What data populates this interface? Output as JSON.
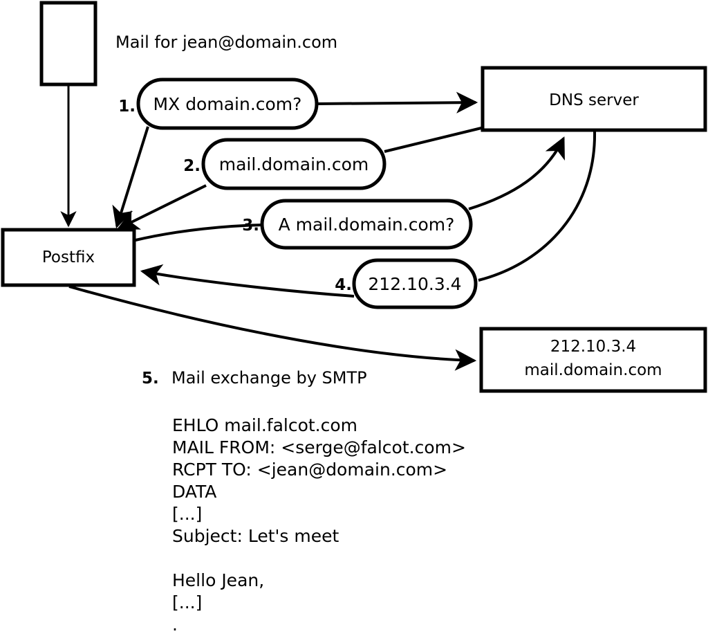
{
  "diagram": {
    "caption": "Mail for jean@domain.com",
    "nodes": [
      {
        "id": "sender",
        "label": ""
      },
      {
        "id": "postfix",
        "label": "Postfix"
      },
      {
        "id": "dns",
        "label": "DNS server"
      },
      {
        "id": "mailserver",
        "line1": "212.10.3.4",
        "line2": "mail.domain.com"
      }
    ],
    "steps": [
      {
        "num": "1.",
        "label": "MX domain.com?"
      },
      {
        "num": "2.",
        "label": "mail.domain.com"
      },
      {
        "num": "3.",
        "label": "A mail.domain.com?"
      },
      {
        "num": "4.",
        "label": "212.10.3.4"
      }
    ],
    "step5": {
      "num": "5.",
      "label": "Mail exchange by SMTP"
    },
    "smtp_transcript": [
      "EHLO mail.falcot.com",
      "MAIL FROM: <serge@falcot.com>",
      "RCPT TO: <jean@domain.com>",
      "DATA",
      "[...]",
      "Subject: Let's meet",
      "",
      "Hello Jean,",
      "[...]",
      "."
    ],
    "colors": {
      "stroke": "#000000",
      "fill": "#ffffff",
      "text": "#000000"
    }
  }
}
